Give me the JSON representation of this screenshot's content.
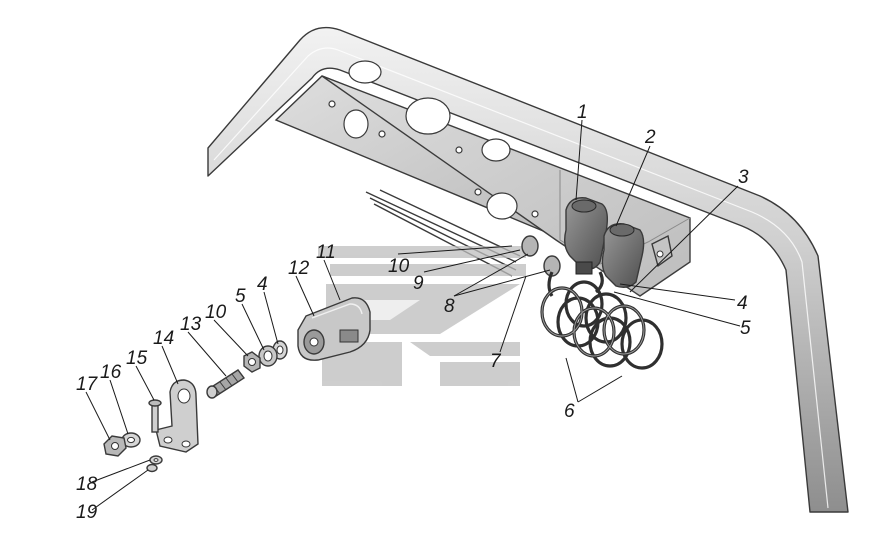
{
  "diagram": {
    "callouts": [
      {
        "id": "c1",
        "label": "1"
      },
      {
        "id": "c2",
        "label": "2"
      },
      {
        "id": "c3",
        "label": "3"
      },
      {
        "id": "c4a",
        "label": "4"
      },
      {
        "id": "c5a",
        "label": "5"
      },
      {
        "id": "c6",
        "label": "6"
      },
      {
        "id": "c7",
        "label": "7"
      },
      {
        "id": "c8",
        "label": "8"
      },
      {
        "id": "c9",
        "label": "9"
      },
      {
        "id": "c10a",
        "label": "10"
      },
      {
        "id": "c11",
        "label": "11"
      },
      {
        "id": "c12",
        "label": "12"
      },
      {
        "id": "c4b",
        "label": "4"
      },
      {
        "id": "c5b",
        "label": "5"
      },
      {
        "id": "c10b",
        "label": "10"
      },
      {
        "id": "c13",
        "label": "13"
      },
      {
        "id": "c14",
        "label": "14"
      },
      {
        "id": "c15",
        "label": "15"
      },
      {
        "id": "c16",
        "label": "16"
      },
      {
        "id": "c17",
        "label": "17"
      },
      {
        "id": "c18",
        "label": "18"
      },
      {
        "id": "c19",
        "label": "19"
      }
    ],
    "colors": {
      "part_fill": "#d4d4d4",
      "part_shade": "#a8a8a8",
      "part_dark": "#5c5c5c",
      "outline": "#3a3a3a",
      "watermark": "#bdbdbd",
      "text": "#1a1a1a"
    }
  }
}
